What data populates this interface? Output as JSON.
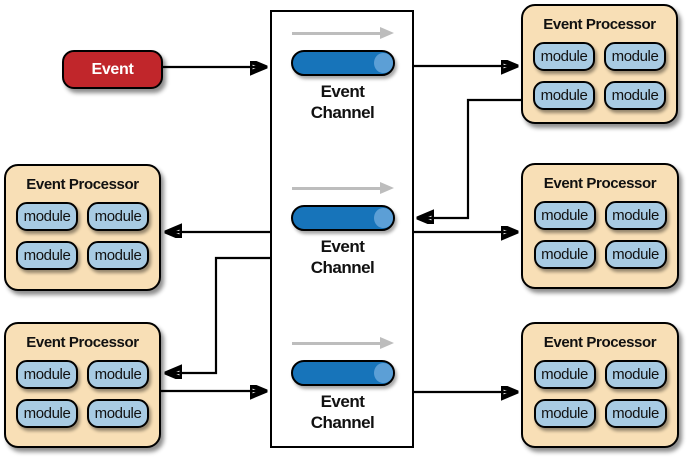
{
  "event_source": {
    "label": "Event"
  },
  "channel_box": {
    "channels": [
      {
        "line1": "Event",
        "line2": "Channel",
        "flow_icon": "right-arrow",
        "shape_icon": "cylinder"
      },
      {
        "line1": "Event",
        "line2": "Channel",
        "flow_icon": "right-arrow",
        "shape_icon": "cylinder"
      },
      {
        "line1": "Event",
        "line2": "Channel",
        "flow_icon": "right-arrow",
        "shape_icon": "cylinder"
      }
    ]
  },
  "processors": [
    {
      "position": "top-right",
      "title": "Event Processor",
      "modules": [
        "module",
        "module",
        "module",
        "module"
      ]
    },
    {
      "position": "middle-left",
      "title": "Event Processor",
      "modules": [
        "module",
        "module",
        "module",
        "module"
      ]
    },
    {
      "position": "middle-right",
      "title": "Event Processor",
      "modules": [
        "module",
        "module",
        "module",
        "module"
      ]
    },
    {
      "position": "bottom-left",
      "title": "Event Processor",
      "modules": [
        "module",
        "module",
        "module",
        "module"
      ]
    },
    {
      "position": "bottom-right",
      "title": "Event Processor",
      "modules": [
        "module",
        "module",
        "module",
        "module"
      ]
    }
  ],
  "colors": {
    "event_fill": "#C1262B",
    "event_text": "#FFFFFF",
    "processor_fill": "#F8DFB6",
    "module_fill": "#A8CBE3",
    "cylinder_fill": "#1774BA",
    "cylinder_cap": "#5C9FD6",
    "flow_arrow": "#BDBDBD",
    "connector": "#000000"
  }
}
